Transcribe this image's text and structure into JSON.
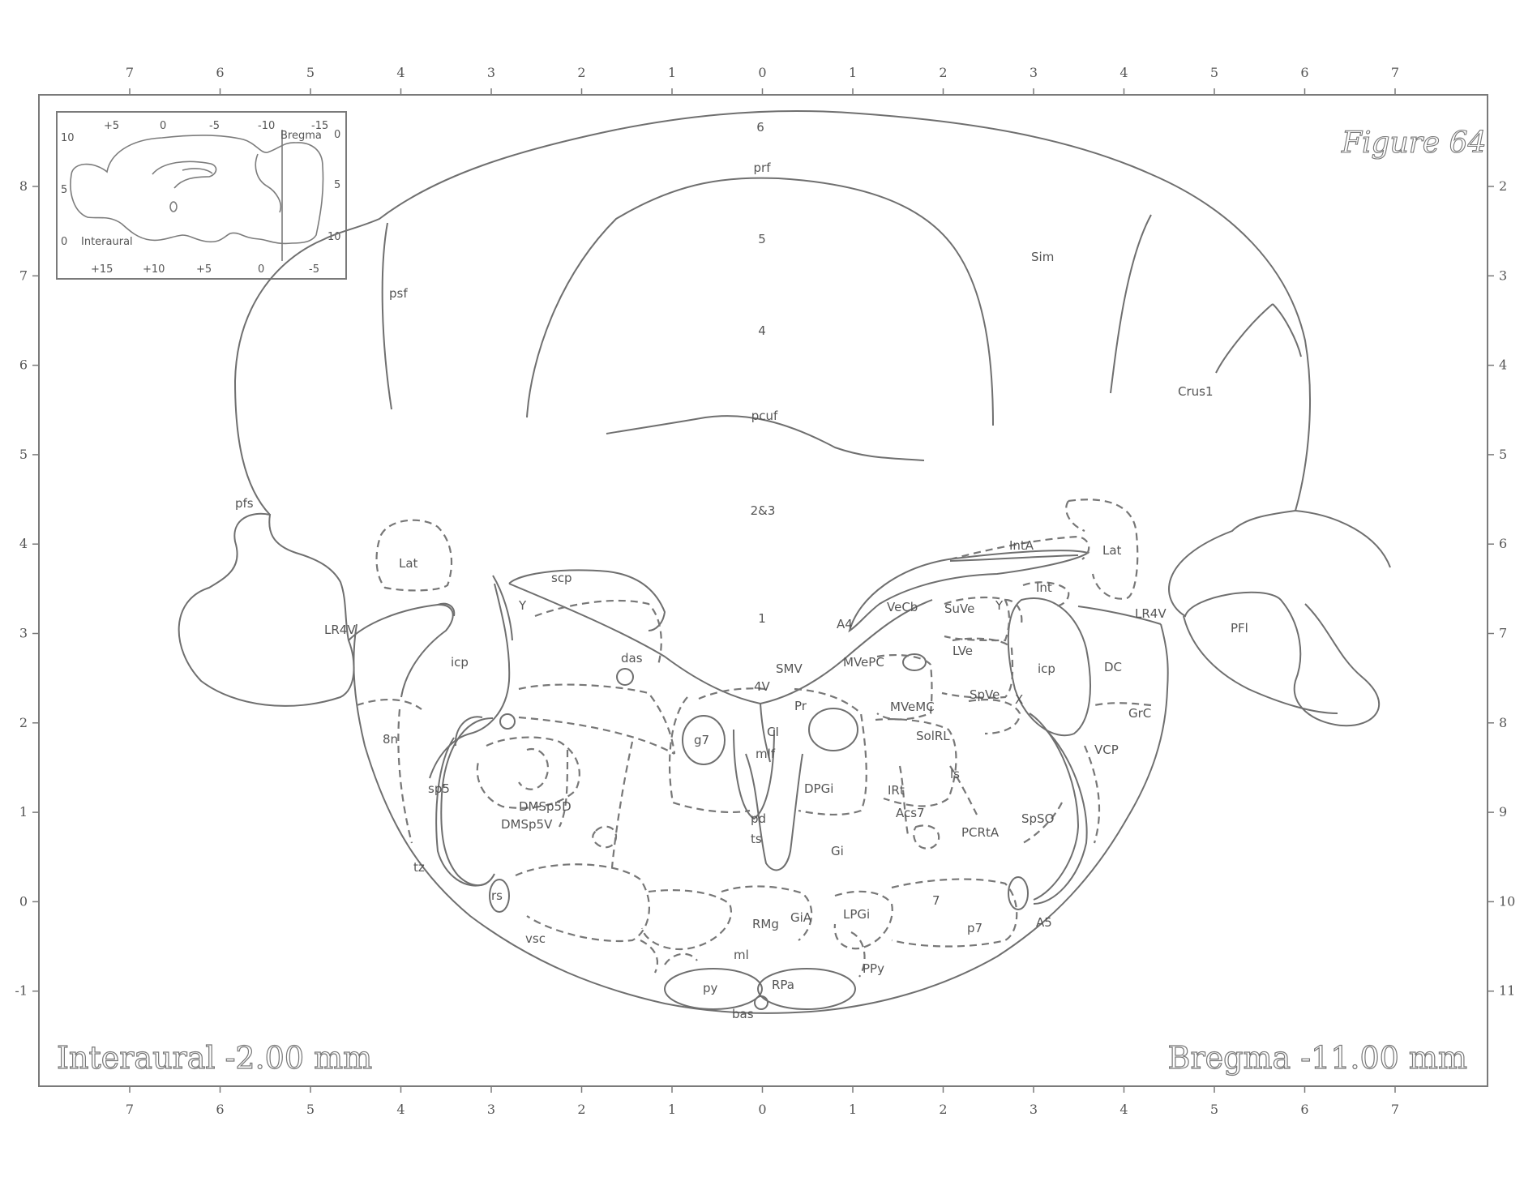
{
  "figure_label": "Figure 64",
  "footer": {
    "interaural": "Interaural -2.00 mm",
    "bregma": "Bregma -11.00 mm"
  },
  "axes": {
    "top": [
      "7",
      "6",
      "5",
      "4",
      "3",
      "2",
      "1",
      "0",
      "1",
      "2",
      "3",
      "4",
      "5",
      "6",
      "7"
    ],
    "bottom": [
      "7",
      "6",
      "5",
      "4",
      "3",
      "2",
      "1",
      "0",
      "1",
      "2",
      "3",
      "4",
      "5",
      "6",
      "7"
    ],
    "left": [
      "8",
      "7",
      "6",
      "5",
      "4",
      "3",
      "2",
      "1",
      "0",
      "-1"
    ],
    "right": [
      "2",
      "3",
      "4",
      "5",
      "6",
      "7",
      "8",
      "9",
      "10",
      "11"
    ]
  },
  "inset": {
    "top_ticks": [
      "+5",
      "0",
      "-5",
      "-10",
      "-15"
    ],
    "bottom_ticks": [
      "+15",
      "+10",
      "+5",
      "0",
      "-5"
    ],
    "left_ticks": [
      "10",
      "5",
      "0"
    ],
    "right_ticks": [
      "0",
      "5",
      "10"
    ],
    "bregma": "Bregma",
    "interaural": "Interaural"
  },
  "labels": {
    "l6": "6",
    "prf": "prf",
    "l5": "5",
    "l4": "4",
    "pcuf": "pcuf",
    "l23": "2&3",
    "l1": "1",
    "psf": "psf",
    "sim": "Sim",
    "crus1": "Crus1",
    "pfs": "pfs",
    "lat_l": "Lat",
    "lat_r": "Lat",
    "inta": "IntA",
    "int": "Int",
    "lr4v_l": "LR4V",
    "lr4v_r": "LR4V",
    "pfl": "PFl",
    "icp_l": "icp",
    "icp_r": "icp",
    "scp": "scp",
    "y_l": "Y",
    "y_r": "Y",
    "das": "das",
    "a4": "A4",
    "vecb": "VeCb",
    "suve": "SuVe",
    "fourv": "4V",
    "smv": "SMV",
    "mvepc": "MVePC",
    "lve": "LVe",
    "dc": "DC",
    "pr": "Pr",
    "mvemc": "MVeMC",
    "spve": "SpVe",
    "x": "X",
    "grc": "GrC",
    "g7": "g7",
    "ci": "CI",
    "mlf": "mlf",
    "solrl": "SolRL",
    "vcp": "VCP",
    "sp5": "sp5",
    "dpgi": "DPGi",
    "irt": "IRt",
    "ls": "ls",
    "dmsp5d": "DMSp5D",
    "dmsp5v": "DMSp5V",
    "acs7": "Acs7",
    "pcrta": "PCRtA",
    "spso": "SpSO",
    "pd": "pd",
    "ts": "ts",
    "gi": "Gi",
    "tz": "tz",
    "rs": "rs",
    "seven": "7",
    "gia": "GiA",
    "lpgi": "LPGi",
    "rmg": "RMg",
    "vsc": "vsc",
    "p7": "p7",
    "a5": "A5",
    "ml": "ml",
    "ppy": "PPy",
    "py": "py",
    "rpa": "RPa",
    "bas": "bas",
    "eight_n": "8n"
  }
}
